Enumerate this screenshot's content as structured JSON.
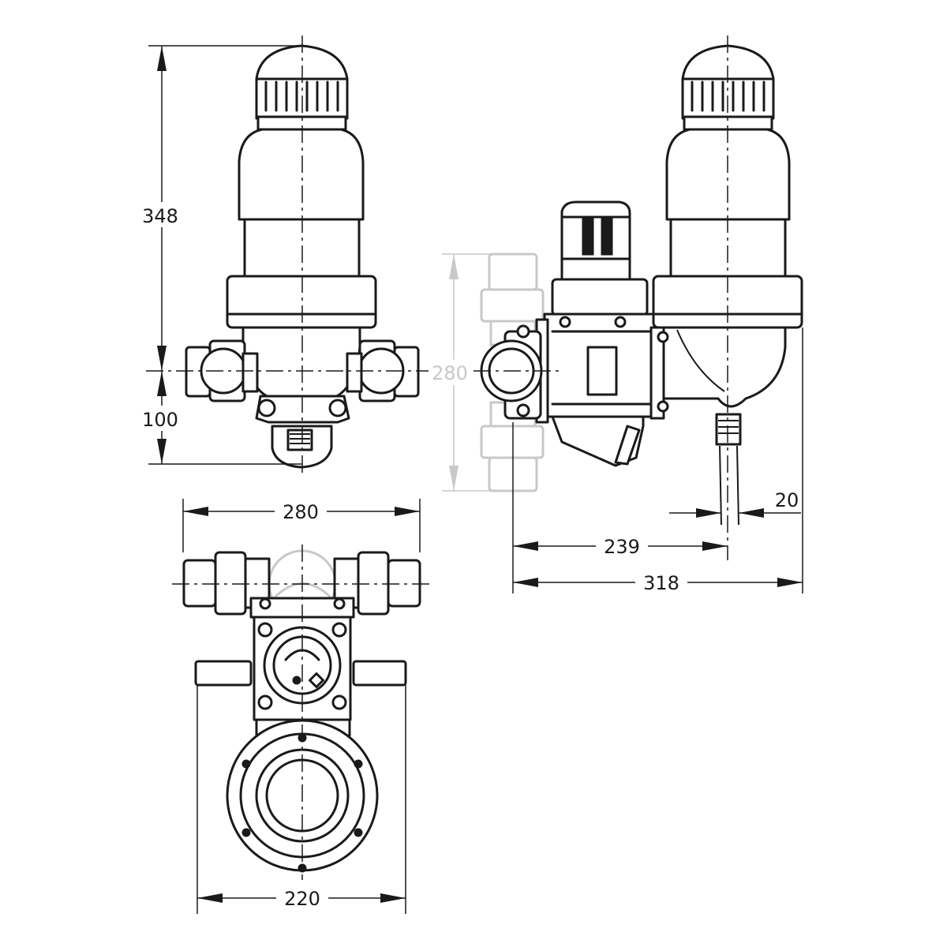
{
  "dimensions": {
    "height_total": "348",
    "height_lower": "100",
    "width_front": "280",
    "side_pipe_grey": "280",
    "offset_20": "20",
    "depth_239": "239",
    "depth_318": "318",
    "width_bottom": "220"
  },
  "colors": {
    "line": "#1a1a1a",
    "ghost": "#c8c8c8",
    "background": "#ffffff"
  }
}
